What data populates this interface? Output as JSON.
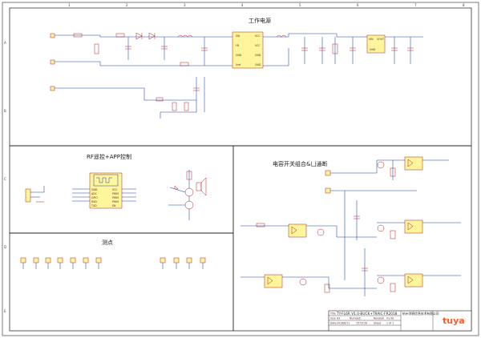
{
  "sections": {
    "power_title": "工作电源",
    "rf_title": "RF遥控+APP控制",
    "test_title": "测点",
    "cap_title": "电容开关组合&凵通断"
  },
  "title_block": {
    "drawing_name": "TY-FL6R V1.0-BUCK+TRAIC-FR2018",
    "label_title": "Title",
    "label_size": "Size",
    "size_value": "A3",
    "label_number": "Number",
    "number_value": "2",
    "label_revision": "Revision",
    "revision_value": "V1.00",
    "label_date": "Date",
    "date_value": "2018/6/11",
    "time_value": "15:53:26",
    "label_sheet": "Sheet",
    "sheet_value": "1 of 1",
    "company": "杭州涂鸦信息技术有限公司",
    "logo_text": "tuya"
  },
  "grid": {
    "cols": [
      "1",
      "2",
      "3",
      "4",
      "5",
      "6",
      "7",
      "8"
    ],
    "rows": [
      "A",
      "B",
      "C",
      "D",
      "E"
    ]
  },
  "colors": {
    "wire": "#1a3fb3",
    "component": "#b02020",
    "ic_fill": "#fff59a",
    "border": "#333333"
  }
}
